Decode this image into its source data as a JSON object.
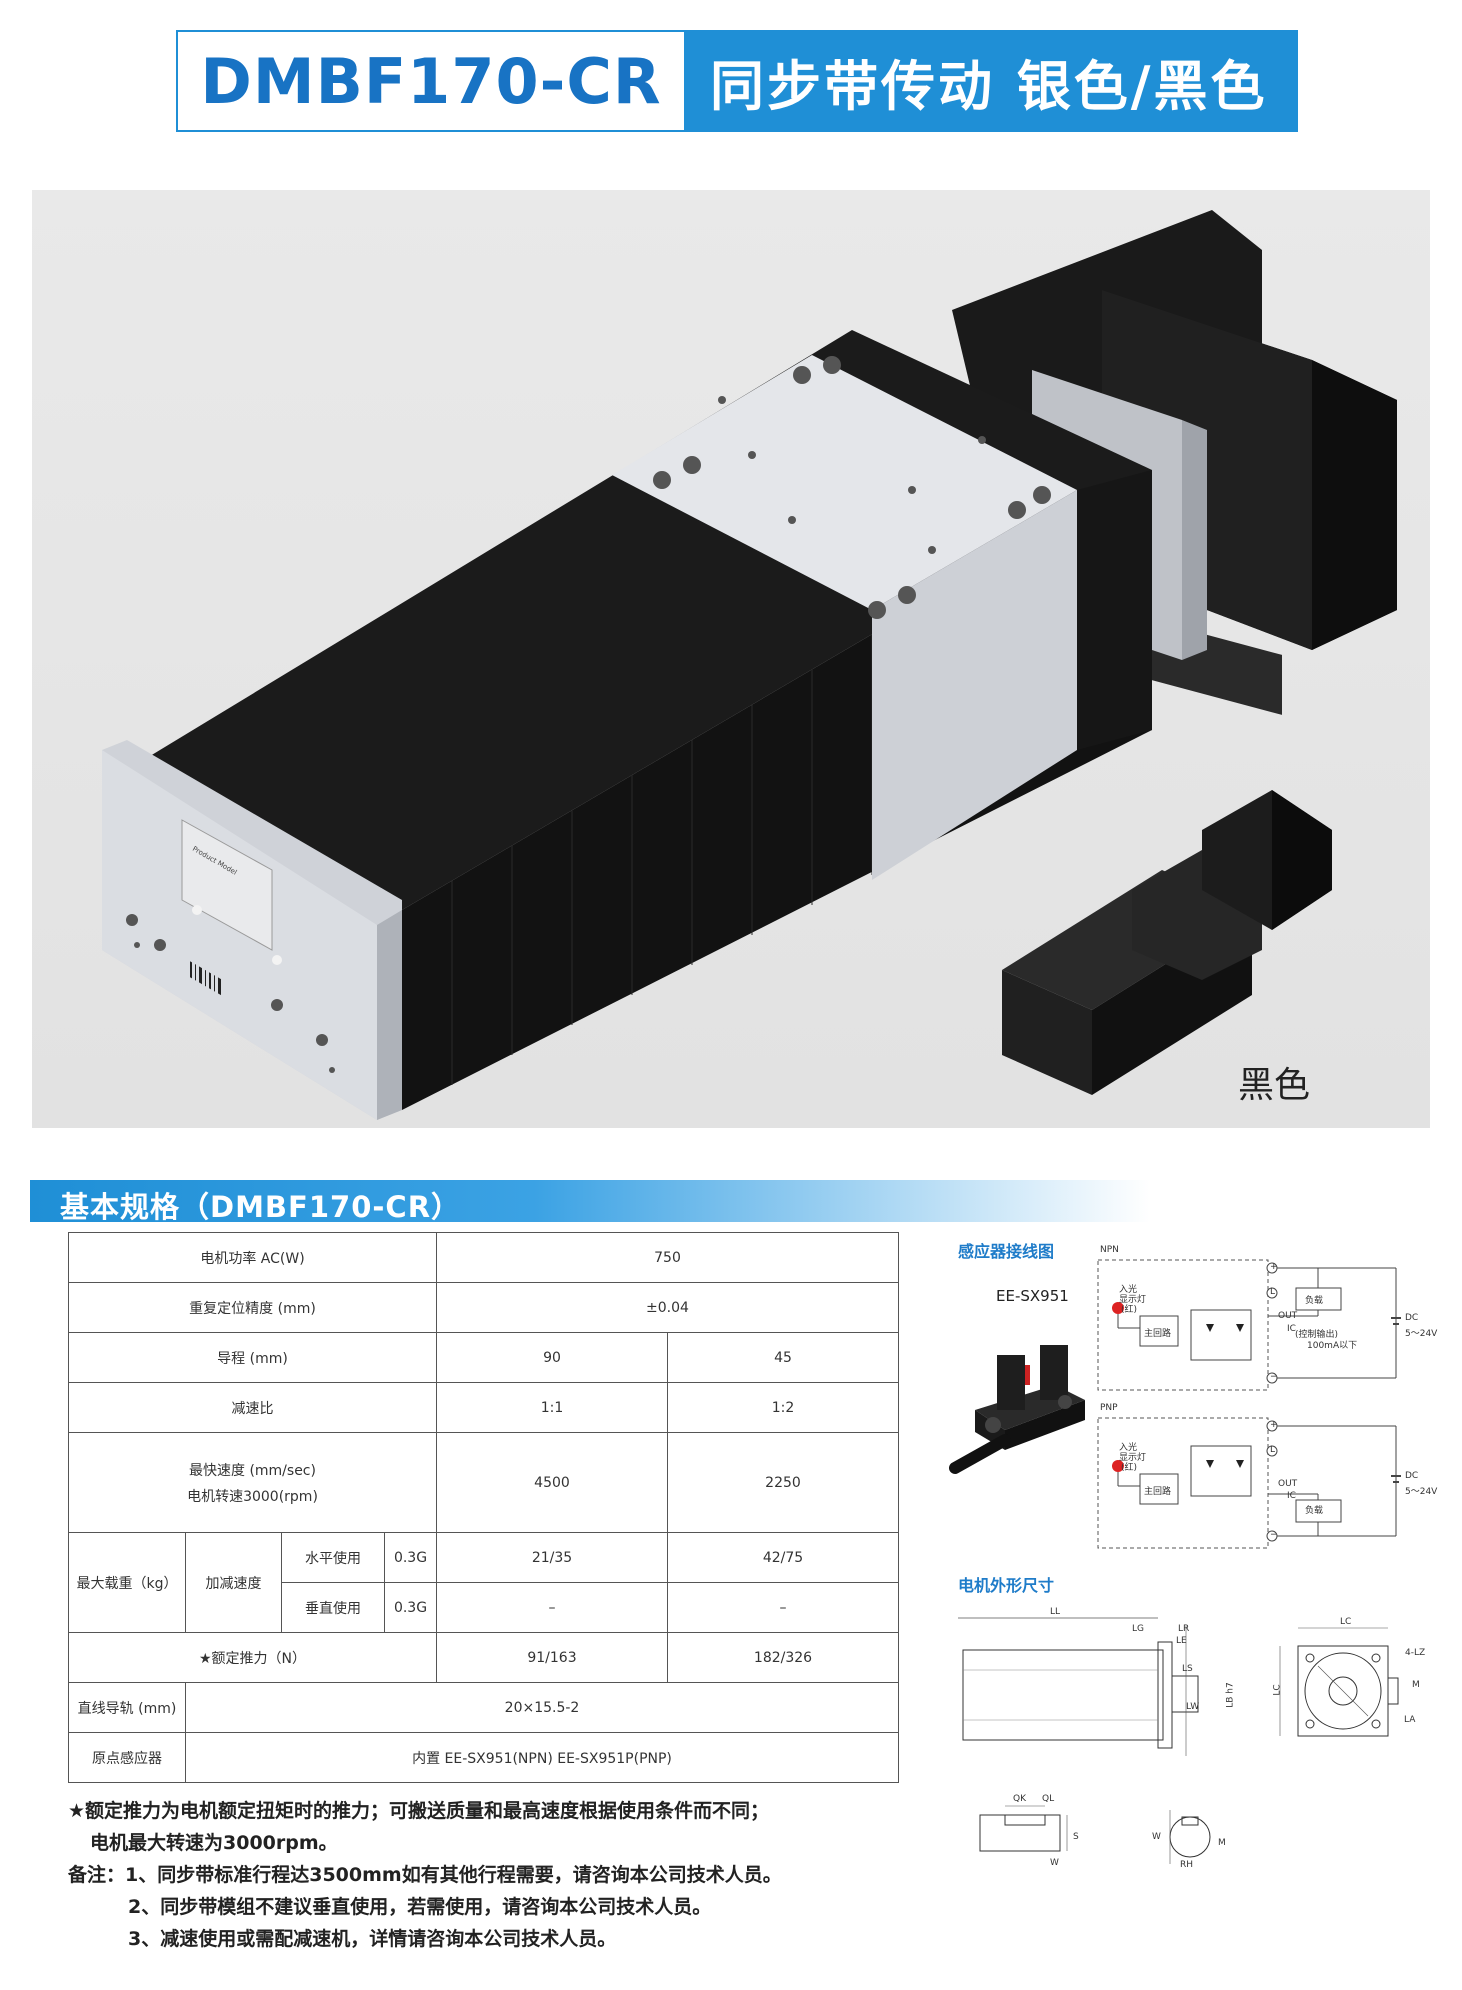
{
  "header": {
    "model": "DMBF170-CR",
    "description": "同步带传动 银色/黑色"
  },
  "photo": {
    "black_label": "黑色",
    "nameplate": "Product Model"
  },
  "section": {
    "title": "基本规格（DMBF170-CR）"
  },
  "spec": {
    "motor_power_label": "电机功率 AC(W)",
    "motor_power_value": "750",
    "repeat_accuracy_label": "重复定位精度 (mm)",
    "repeat_accuracy_value": "±0.04",
    "lead_label": "导程 (mm)",
    "lead_a": "90",
    "lead_b": "45",
    "ratio_label": "减速比",
    "ratio_a": "1:1",
    "ratio_b": "1:2",
    "speed_label_1": "最快速度 (mm/sec)",
    "speed_label_2": "电机转速3000(rpm)",
    "speed_a": "4500",
    "speed_b": "2250",
    "max_load_label": "最大载重（kg）",
    "accel_label": "加减速度",
    "horizontal_label": "水平使用",
    "horizontal_g": "0.3G",
    "horizontal_a": "21/35",
    "horizontal_b": "42/75",
    "vertical_label": "垂直使用",
    "vertical_g": "0.3G",
    "vertical_a": "–",
    "vertical_b": "–",
    "thrust_label": "★额定推力（N）",
    "thrust_a": "91/163",
    "thrust_b": "182/326",
    "rail_label": "直线导轨 (mm)",
    "rail_value": "20×15.5-2",
    "sensor_label": "原点感应器",
    "sensor_value": "内置 EE-SX951(NPN) EE-SX951P(PNP)"
  },
  "notes": [
    "★额定推力为电机额定扭矩时的推力；可搬送质量和最高速度根据使用条件而不同；",
    "  电机最大转速为3000rpm。",
    "备注：1、同步带标准行程达3500mm如有其他行程需要，请咨询本公司技术人员。",
    "      2、同步带模组不建议垂直使用，若需使用，请咨询本公司技术人员。",
    "      3、减速使用或需配减速机，详情请咨询本公司技术人员。"
  ],
  "sensor_diagram": {
    "title": "感应器接线图",
    "model": "EE-SX951",
    "npn": "NPN",
    "pnp": "PNP",
    "light_on_1": "入光",
    "light_on_2": "显示灯",
    "light_on_3": "(红)",
    "main_circuit": "主回路",
    "load": "负载",
    "out": "OUT",
    "ic": "IC",
    "control_out_1": "(控制输出)",
    "control_out_2": "100mA以下",
    "dc": "DC",
    "voltage": "5～24V",
    "plus": "+",
    "minus": "−",
    "brown_l": "L"
  },
  "motor_dims": {
    "title": "电机外形尺寸",
    "ll": "LL",
    "lg": "LG",
    "lr": "LR",
    "le": "LE",
    "ls": "LS",
    "lw": "LW",
    "lbh7": "LB h7",
    "lc": "LC",
    "lc2": "LC",
    "holes": "4-LZ",
    "la": "LA",
    "m": "M",
    "qk": "QK",
    "ql": "QL",
    "s": "S",
    "w": "W",
    "rh": "RH",
    "w2": "W",
    "m2": "M"
  },
  "colors": {
    "brand_blue": "#1f8fd6",
    "title_blue": "#1873c4",
    "bellows_black": "#141414",
    "aluminum": "#d9dbe0"
  }
}
